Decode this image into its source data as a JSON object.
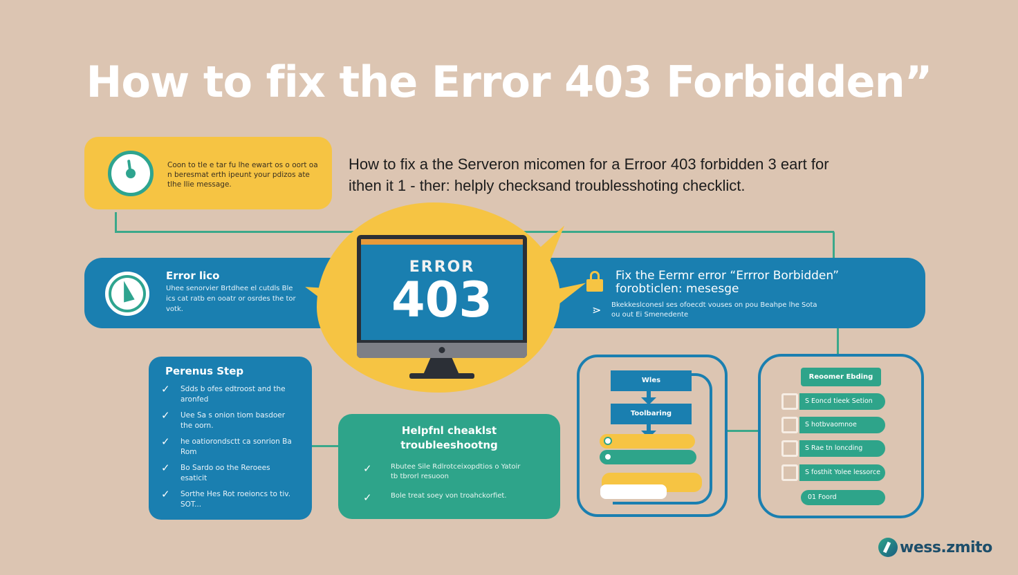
{
  "title": "How to fix the Error 403 Forbidden”",
  "intro": {
    "line1": "How to fix a the Serveron micomen for a Erroor 403 forbidden 3 eart for",
    "line2": "ithen it 1 - ther: helply checksand troublesshoting checklict."
  },
  "yellow_card": {
    "icon": "clock-icon",
    "text": "Coon to tle e tar fu lhe ewart os o oort oa n beresmat erth ipeunt your pdizos ate tlhe Ilie message."
  },
  "error_banner": {
    "heading": "Error lico",
    "body": "Uhee senorvier Brtdhee el cutdls Ble ics cat ratb en ooatr or osrdes the tor votk.",
    "icon": "clock-icon"
  },
  "monitor": {
    "label": "ERROR",
    "code": "403"
  },
  "fix_banner": {
    "icon": "lock-icon",
    "heading": "Fix the Eermr error “Errror Borbidden” forobticlen: mesesge",
    "body": "Bkekkeslconesl ses ofoecdt vouses on pou Beahpe lhe Sota ou out Ei Smenedente",
    "chevron": "⋗"
  },
  "previous_step": {
    "heading": "Perenus Step",
    "check_glyph": "✓",
    "items": [
      "Sdds b ofes edtroost and the aronfed",
      "Uee Sa s onion tiom basdoer the oorn.",
      "he oatiorondsctt ca sonrion Ba Rom",
      "Bo Sardo oo the Reroees esaticit",
      "Sorthe Hes Rot roeioncs to tiv. SOT..."
    ]
  },
  "helpful_checklist": {
    "heading_line1": "Helpfnl cheaklst",
    "heading_line2": "troubleeshootng",
    "check_glyph": "✓",
    "items": [
      "Rbutee Sile Rdlrotceixopdtios o Yatoir tb tbrorl resuoon",
      "Bole treat soey von troahckorfiet."
    ]
  },
  "flow_diagram": {
    "step1": "Wles",
    "step2": "Toolbaring",
    "colors": {
      "blue": "#1a7fb0",
      "yellow": "#f6c443",
      "green": "#2ea48a"
    }
  },
  "checklist_box": {
    "heading": "Reoomer Ebding",
    "items": [
      "S Eoncd tieek Setion",
      "S hotbvaomnoe",
      "S Rae tn loncding",
      "S fosthit Yolee lessorce"
    ],
    "last": "01 Foord"
  },
  "logo": {
    "text": "wess.zmito"
  },
  "colors": {
    "background": "#dcc5b2",
    "blue": "#1a7fb0",
    "green": "#2ea48a",
    "yellow": "#f6c443",
    "white": "#ffffff"
  }
}
